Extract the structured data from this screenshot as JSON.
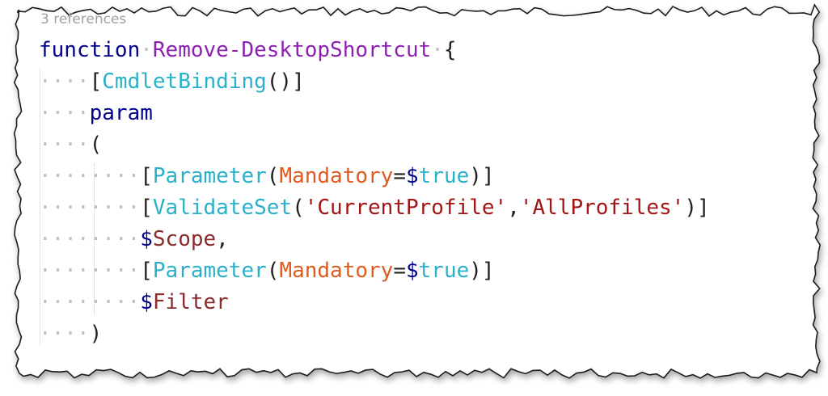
{
  "editor": {
    "codelens": "3 references",
    "lines": [
      {
        "indent": 0,
        "tokens": [
          {
            "t": "function",
            "c": "kw"
          },
          {
            "t": " ",
            "c": "ws"
          },
          {
            "t": "Remove-DesktopShortcut",
            "c": "fn"
          },
          {
            "t": " ",
            "c": "ws"
          },
          {
            "t": "{",
            "c": "pn"
          }
        ]
      },
      {
        "indent": 1,
        "tokens": [
          {
            "t": "[",
            "c": "pn"
          },
          {
            "t": "CmdletBinding",
            "c": "ty"
          },
          {
            "t": "()",
            "c": "pn"
          },
          {
            "t": "]",
            "c": "pn"
          }
        ]
      },
      {
        "indent": 1,
        "tokens": [
          {
            "t": "param",
            "c": "kw"
          }
        ]
      },
      {
        "indent": 1,
        "tokens": [
          {
            "t": "(",
            "c": "pn"
          }
        ]
      },
      {
        "indent": 2,
        "tokens": [
          {
            "t": "[",
            "c": "pn"
          },
          {
            "t": "Parameter",
            "c": "ty"
          },
          {
            "t": "(",
            "c": "pn"
          },
          {
            "t": "Mandatory",
            "c": "pr"
          },
          {
            "t": "=",
            "c": "op"
          },
          {
            "t": "$",
            "c": "vr"
          },
          {
            "t": "true",
            "c": "ty"
          },
          {
            "t": ")]",
            "c": "pn"
          }
        ]
      },
      {
        "indent": 2,
        "tokens": [
          {
            "t": "[",
            "c": "pn"
          },
          {
            "t": "ValidateSet",
            "c": "ty"
          },
          {
            "t": "(",
            "c": "pn"
          },
          {
            "t": "'CurrentProfile'",
            "c": "st"
          },
          {
            "t": ",",
            "c": "pn"
          },
          {
            "t": "'AllProfiles'",
            "c": "st"
          },
          {
            "t": ")]",
            "c": "pn"
          }
        ]
      },
      {
        "indent": 2,
        "tokens": [
          {
            "t": "$",
            "c": "vr"
          },
          {
            "t": "Scope",
            "c": "vn"
          },
          {
            "t": ",",
            "c": "pn"
          }
        ]
      },
      {
        "indent": 2,
        "tokens": [
          {
            "t": "[",
            "c": "pn"
          },
          {
            "t": "Parameter",
            "c": "ty"
          },
          {
            "t": "(",
            "c": "pn"
          },
          {
            "t": "Mandatory",
            "c": "pr"
          },
          {
            "t": "=",
            "c": "op"
          },
          {
            "t": "$",
            "c": "vr"
          },
          {
            "t": "true",
            "c": "ty"
          },
          {
            "t": ")]",
            "c": "pn"
          }
        ]
      },
      {
        "indent": 2,
        "tokens": [
          {
            "t": "$",
            "c": "vr"
          },
          {
            "t": "Filter",
            "c": "vn"
          }
        ]
      },
      {
        "indent": 1,
        "tokens": [
          {
            "t": ")",
            "c": "pn"
          }
        ]
      }
    ]
  },
  "colors": {
    "keyword": "#00008b",
    "function_name": "#8b1fb0",
    "type": "#2ab0c8",
    "parameter_name": "#e05a1e",
    "variable_name": "#8b2a2a",
    "string": "#a31515",
    "whitespace_dot": "#c0c0c0",
    "codelens": "#a0a0a0"
  }
}
